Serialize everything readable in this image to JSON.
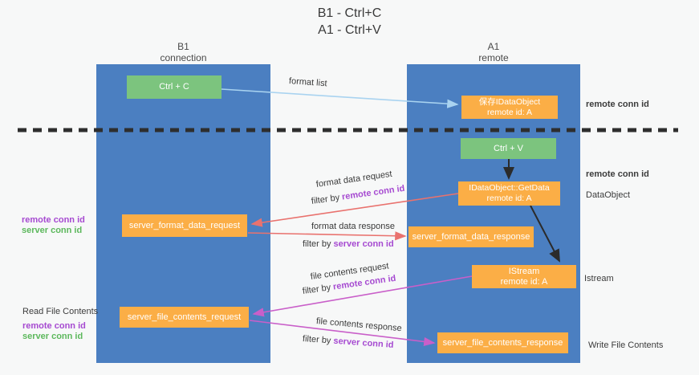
{
  "title": {
    "line1": "B1 - Ctrl+C",
    "line2": "A1 - Ctrl+V"
  },
  "lanes": {
    "left": {
      "header_top": "B1",
      "header_bottom": "connection"
    },
    "right": {
      "header_top": "A1",
      "header_bottom": "remote"
    }
  },
  "boxes": {
    "ctrl_c": {
      "label": "Ctrl + C"
    },
    "ctrl_v": {
      "label": "Ctrl + V"
    },
    "save_idataobject": {
      "line1": "保存IDataObject",
      "line2": "remote id: A"
    },
    "idataobject_getdata": {
      "line1": "IDataObject::GetData",
      "line2": "remote id: A"
    },
    "istream": {
      "line1": "IStream",
      "line2": "remote id: A"
    },
    "server_format_data_request": {
      "label": "server_format_data_request"
    },
    "server_format_data_response": {
      "label": "server_format_data_response"
    },
    "server_file_contents_request": {
      "label": "server_file_contents_request"
    },
    "server_file_contents_response": {
      "label": "server_file_contents_response"
    }
  },
  "flow_labels": {
    "format_list": "format list",
    "format_data_request": "format data request",
    "filter_remote_1": {
      "prefix": "filter by ",
      "highlight": "remote conn id"
    },
    "format_data_response": "format data response",
    "filter_server_1": {
      "prefix": "filter by ",
      "highlight": "server conn id"
    },
    "file_contents_request": "file contents request",
    "filter_remote_2": {
      "prefix": "filter by ",
      "highlight": "remote conn id"
    },
    "file_contents_response": "file contents response",
    "filter_server_2": {
      "prefix": "filter by ",
      "highlight": "server conn id"
    }
  },
  "side_labels": {
    "left_format": {
      "remote": "remote conn id",
      "server": "server conn id"
    },
    "left_file": {
      "title": "Read File Contents",
      "remote": "remote conn id",
      "server": "server conn id"
    },
    "right_top_remote": "remote conn id",
    "right_ctrlv_remote": "remote conn id",
    "right_dataobject": "DataObject",
    "right_istream": "Istream",
    "right_write": "Write File Contents"
  },
  "colors": {
    "lane_blue": "#4b7fc1",
    "box_orange": "#fbae46",
    "box_green": "#7cc47e",
    "arrow_light_blue": "#a9d3f0",
    "arrow_salmon": "#e9726e",
    "arrow_magenta": "#c95fc9",
    "arrow_black": "#2b2b2b",
    "text_purple": "#a64ad1",
    "text_green": "#5cb85c",
    "text_dark": "#3c3c3c"
  }
}
